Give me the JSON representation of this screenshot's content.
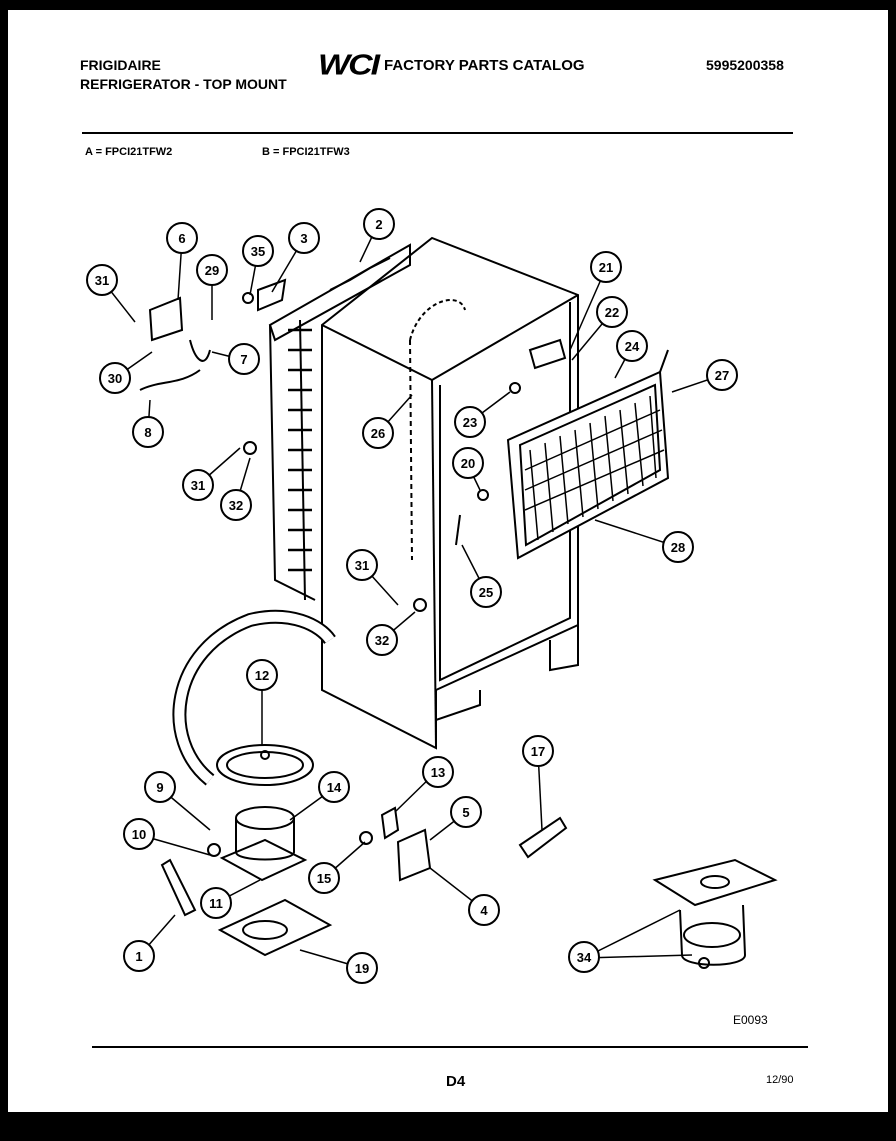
{
  "header": {
    "brand": "FRIGIDAIRE",
    "product": "REFRIGERATOR - TOP MOUNT",
    "logo": "WCI",
    "catalog_title": "FACTORY PARTS CATALOG",
    "part_number": "5995200358"
  },
  "models": {
    "a": "A = FPCI21TFW2",
    "b": "B = FPCI21TFW3"
  },
  "callouts": [
    "1",
    "2",
    "3",
    "4",
    "5",
    "6",
    "7",
    "8",
    "9",
    "10",
    "11",
    "12",
    "13",
    "14",
    "15",
    "17",
    "19",
    "20",
    "21",
    "22",
    "23",
    "24",
    "25",
    "26",
    "27",
    "28",
    "29",
    "30",
    "31",
    "31",
    "31",
    "32",
    "32",
    "34",
    "35"
  ],
  "footer": {
    "diagram_code": "E0093",
    "page": "D4",
    "date": "12/90"
  }
}
